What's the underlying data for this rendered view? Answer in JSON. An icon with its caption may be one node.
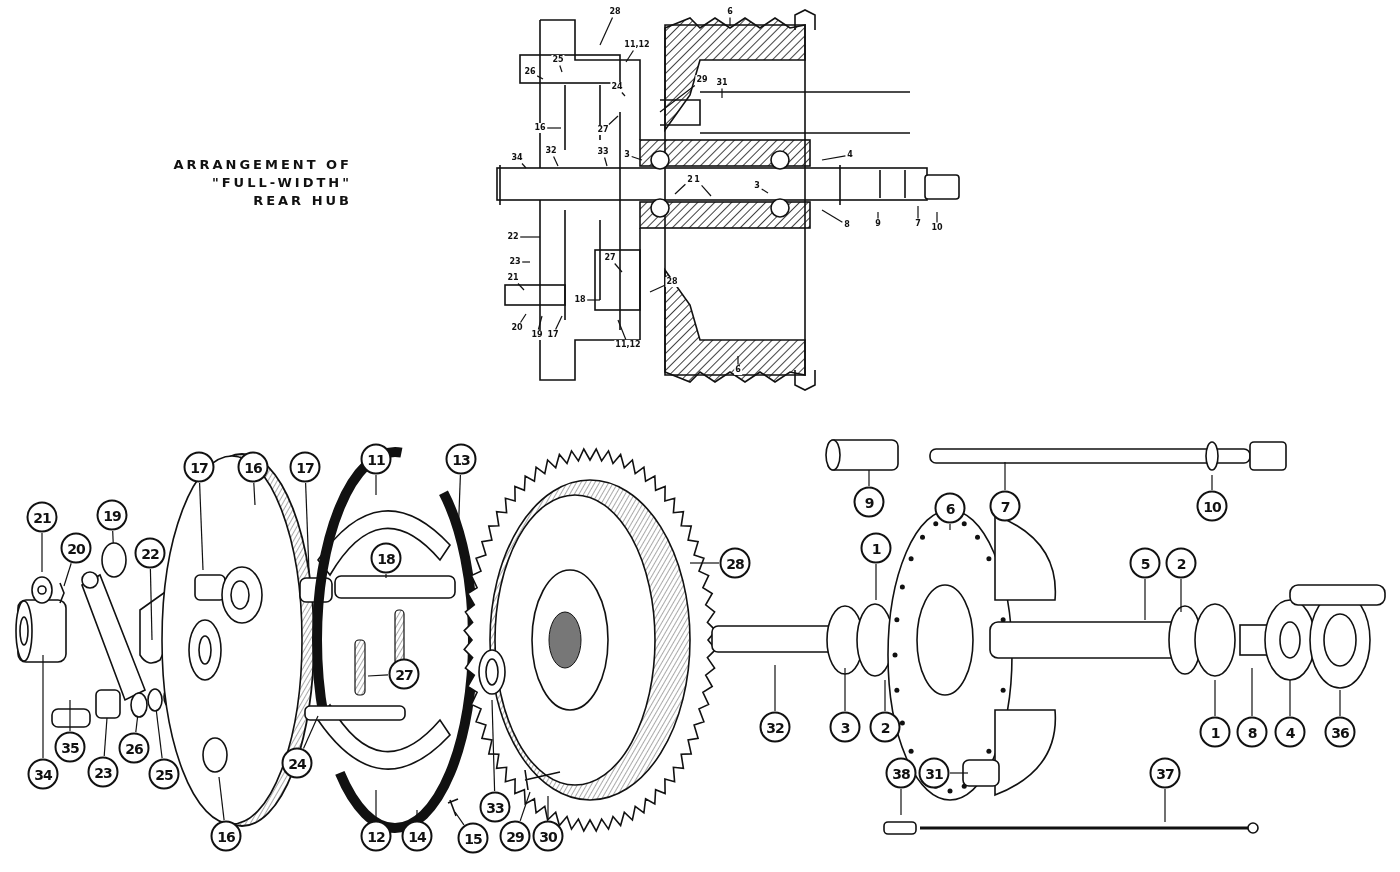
{
  "diagram": {
    "title": "ARRANGEMENT OF \"FULL-WIDTH\" REAR HUB",
    "nodes": [
      {
        "text": [
          "28"
        ]
      },
      {
        "text": [
          "6"
        ]
      },
      {
        "text": [
          "11,12"
        ]
      },
      {
        "text": [
          "26"
        ]
      },
      {
        "text": [
          "25"
        ]
      },
      {
        "text": [
          "24"
        ]
      },
      {
        "text": [
          "29"
        ]
      },
      {
        "text": [
          "31"
        ]
      },
      {
        "text": [
          "16"
        ]
      },
      {
        "text": [
          "27"
        ]
      },
      {
        "text": [
          "33"
        ]
      },
      {
        "text": [
          "3"
        ]
      },
      {
        "text": [
          "4"
        ]
      },
      {
        "text": [
          "34"
        ]
      },
      {
        "text": [
          "32"
        ]
      },
      {
        "text": [
          "1"
        ]
      },
      {
        "text": [
          "2"
        ]
      },
      {
        "text": [
          "3"
        ]
      },
      {
        "text": [
          "8"
        ]
      },
      {
        "text": [
          "9"
        ]
      },
      {
        "text": [
          "7"
        ]
      },
      {
        "text": [
          "10"
        ]
      },
      {
        "text": [
          "22"
        ]
      },
      {
        "text": [
          "23"
        ]
      },
      {
        "text": [
          "21"
        ]
      },
      {
        "text": [
          "20"
        ]
      },
      {
        "text": [
          "19"
        ]
      },
      {
        "text": [
          "17"
        ]
      },
      {
        "text": [
          "27"
        ]
      },
      {
        "text": [
          "18"
        ]
      },
      {
        "text": [
          "28"
        ]
      },
      {
        "text": [
          "11,12"
        ]
      },
      {
        "text": [
          "6"
        ]
      },
      {
        "text": [
          "17"
        ]
      },
      {
        "text": [
          "16"
        ]
      },
      {
        "text": [
          "17"
        ]
      },
      {
        "text": [
          "11"
        ]
      },
      {
        "text": [
          "13"
        ]
      },
      {
        "text": [
          "21"
        ]
      },
      {
        "text": [
          "20"
        ]
      },
      {
        "text": [
          "19"
        ]
      },
      {
        "text": [
          "22"
        ]
      },
      {
        "text": [
          "9"
        ]
      },
      {
        "text": [
          "7"
        ]
      },
      {
        "text": [
          "10"
        ]
      },
      {
        "text": [
          "6"
        ]
      },
      {
        "text": [
          "28"
        ]
      },
      {
        "text": [
          "1"
        ]
      },
      {
        "text": [
          "5"
        ]
      },
      {
        "text": [
          "2"
        ]
      },
      {
        "text": [
          "18"
        ]
      },
      {
        "text": [
          "27"
        ]
      },
      {
        "text": [
          "32"
        ]
      },
      {
        "text": [
          "3"
        ]
      },
      {
        "text": [
          "2"
        ]
      },
      {
        "text": [
          "1"
        ]
      },
      {
        "text": [
          "8"
        ]
      },
      {
        "text": [
          "4"
        ]
      },
      {
        "text": [
          "36"
        ]
      },
      {
        "text": [
          "35"
        ]
      },
      {
        "text": [
          "26"
        ]
      },
      {
        "text": [
          "24"
        ]
      },
      {
        "text": [
          "34"
        ]
      },
      {
        "text": [
          "23"
        ]
      },
      {
        "text": [
          "25"
        ]
      },
      {
        "text": [
          "31"
        ]
      },
      {
        "text": [
          "38"
        ]
      },
      {
        "text": [
          "37"
        ]
      },
      {
        "text": [
          "33"
        ]
      },
      {
        "text": [
          "16"
        ]
      },
      {
        "text": [
          "12"
        ]
      },
      {
        "text": [
          "14"
        ]
      },
      {
        "text": [
          "15"
        ]
      },
      {
        "text": [
          "29"
        ]
      },
      {
        "text": [
          "30"
        ]
      },
      {
        "text": [],
        "shape": "circle"
      },
      {
        "text": [],
        "shape": "box"
      },
      {
        "text": [],
        "shape": "circle"
      },
      {
        "text": [],
        "shape": "circle"
      }
    ],
    "edges": [
      {
        "from": 0,
        "to": null,
        "arrow": "none"
      },
      {
        "from": 1,
        "to": null,
        "arrow": "none"
      },
      {
        "from": 2,
        "to": null,
        "arrow": "none"
      },
      {
        "from": 3,
        "to": null,
        "arrow": "none"
      },
      {
        "from": 4,
        "to": null,
        "arrow": "none"
      },
      {
        "from": 5,
        "to": null,
        "arrow": "none"
      },
      {
        "from": 6,
        "to": null,
        "arrow": "none"
      },
      {
        "from": 7,
        "to": null,
        "arrow": "none"
      },
      {
        "from": 8,
        "to": null,
        "arrow": "none"
      },
      {
        "from": 9,
        "to": null,
        "arrow": "none"
      },
      {
        "from": 10,
        "to": null,
        "arrow": "none"
      },
      {
        "from": 11,
        "to": null,
        "arrow": "none"
      },
      {
        "from": 12,
        "to": null,
        "arrow": "none"
      },
      {
        "from": 13,
        "to": null,
        "arrow": "none"
      },
      {
        "from": 14,
        "to": null,
        "arrow": "none"
      },
      {
        "from": 15,
        "to": null,
        "arrow": "none"
      },
      {
        "from": 16,
        "to": null,
        "arrow": "none"
      },
      {
        "from": 17,
        "to": null,
        "arrow": "none"
      },
      {
        "from": 18,
        "to": null,
        "arrow": "none"
      },
      {
        "from": 19,
        "to": null,
        "arrow": "none"
      },
      {
        "from": 20,
        "to": null,
        "arrow": "none"
      },
      {
        "from": 21,
        "to": null,
        "arrow": "none"
      },
      {
        "from": 22,
        "to": null,
        "arrow": "none"
      },
      {
        "from": 23,
        "to": null,
        "arrow": "none"
      },
      {
        "from": 24,
        "to": null,
        "arrow": "none"
      },
      {
        "from": 25,
        "to": null,
        "arrow": "none"
      },
      {
        "from": 26,
        "to": null,
        "arrow": "none"
      },
      {
        "from": 27,
        "to": null,
        "arrow": "none"
      },
      {
        "from": 28,
        "to": null,
        "arrow": "none"
      },
      {
        "from": 29,
        "to": null,
        "arrow": "none"
      },
      {
        "from": 30,
        "to": null,
        "arrow": "none"
      },
      {
        "from": 31,
        "to": null,
        "arrow": "none"
      },
      {
        "from": 32,
        "to": null,
        "arrow": "none"
      },
      {
        "from": 33,
        "to": null,
        "arrow": "none"
      },
      {
        "from": 34,
        "to": null,
        "arrow": "none"
      },
      {
        "from": 35,
        "to": null,
        "arrow": "none"
      },
      {
        "from": 36,
        "to": null,
        "arrow": "none"
      },
      {
        "from": 37,
        "to": null,
        "arrow": "none"
      },
      {
        "from": 38,
        "to": null,
        "arrow": "none"
      },
      {
        "from": 39,
        "to": null,
        "arrow": "none"
      },
      {
        "from": 40,
        "to": 75,
        "arrow": "none"
      },
      {
        "from": 41,
        "to": null,
        "arrow": "none"
      },
      {
        "from": 42,
        "to": null,
        "arrow": "none"
      },
      {
        "from": 43,
        "to": null,
        "arrow": "none"
      },
      {
        "from": 44,
        "to": null,
        "arrow": "none"
      },
      {
        "from": 45,
        "to": null,
        "arrow": "none"
      },
      {
        "from": 46,
        "to": null,
        "arrow": "none"
      },
      {
        "from": 47,
        "to": null,
        "arrow": "none"
      },
      {
        "from": 48,
        "to": null,
        "arrow": "none"
      },
      {
        "from": 49,
        "to": null,
        "arrow": "none"
      },
      {
        "from": 50,
        "to": null,
        "arrow": "none"
      },
      {
        "from": 51,
        "to": null,
        "arrow": "none"
      },
      {
        "from": 52,
        "to": null,
        "arrow": "none"
      },
      {
        "from": 53,
        "to": null,
        "arrow": "none"
      },
      {
        "from": 54,
        "to": null,
        "arrow": "none"
      },
      {
        "from": 55,
        "to": null,
        "arrow": "none"
      },
      {
        "from": 56,
        "to": null,
        "arrow": "none"
      },
      {
        "from": 57,
        "to": null,
        "arrow": "none"
      },
      {
        "from": 58,
        "to": null,
        "arrow": "none"
      },
      {
        "from": 59,
        "to": null,
        "arrow": "none"
      },
      {
        "from": 60,
        "to": 77,
        "arrow": "none"
      },
      {
        "from": 61,
        "to": null,
        "arrow": "none"
      },
      {
        "from": 62,
        "to": null,
        "arrow": "none"
      },
      {
        "from": 63,
        "to": 76,
        "arrow": "none"
      },
      {
        "from": 64,
        "to": 78,
        "arrow": "none"
      },
      {
        "from": 65,
        "to": null,
        "arrow": "none"
      },
      {
        "from": 66,
        "to": null,
        "arrow": "none"
      },
      {
        "from": 67,
        "to": null,
        "arrow": "none"
      },
      {
        "from": 68,
        "to": null,
        "arrow": "none"
      },
      {
        "from": 69,
        "to": null,
        "arrow": "none"
      },
      {
        "from": 70,
        "to": null,
        "arrow": "none"
      },
      {
        "from": 71,
        "to": null,
        "arrow": "none"
      },
      {
        "from": 72,
        "to": null,
        "arrow": "none"
      },
      {
        "from": 73,
        "to": null,
        "arrow": "none"
      },
      {
        "from": 74,
        "to": null,
        "arrow": "none"
      }
    ]
  }
}
